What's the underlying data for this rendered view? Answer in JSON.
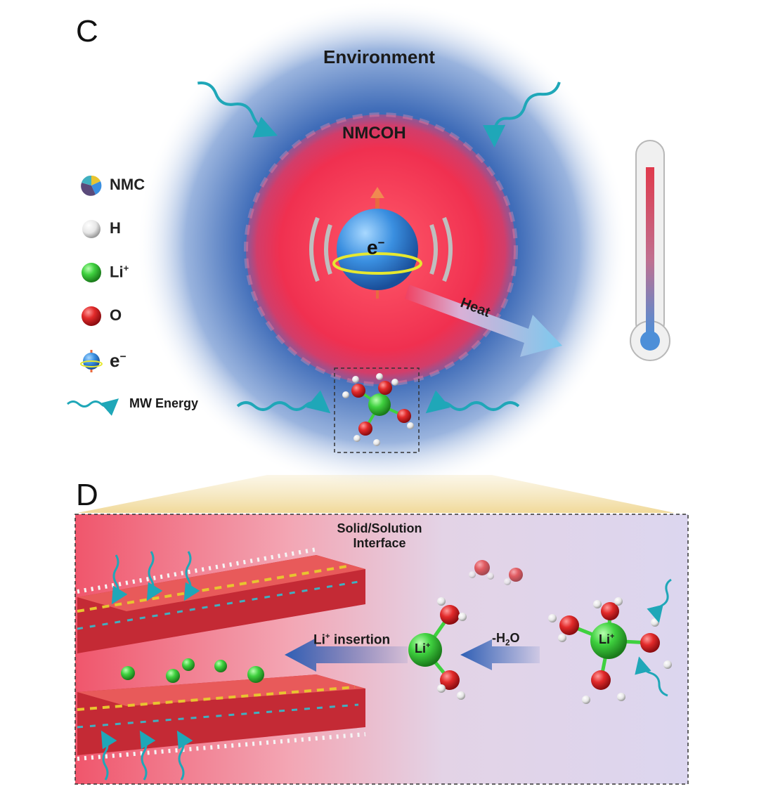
{
  "panel_c": {
    "letter": "C",
    "environment_label": "Environment",
    "particle_label": "NMCOH",
    "electron_label": "e",
    "electron_sup": "−",
    "heat_label": "Heat"
  },
  "legend": {
    "items": [
      {
        "label": "NMC",
        "icon": "nmc-sphere-icon"
      },
      {
        "label": "H",
        "icon": "hydrogen-sphere-icon"
      },
      {
        "label": "Li",
        "sup": "+",
        "icon": "lithium-sphere-icon"
      },
      {
        "label": "O",
        "icon": "oxygen-sphere-icon"
      },
      {
        "label": "e",
        "sup": "−",
        "icon": "electron-spin-icon"
      },
      {
        "label": "MW Energy",
        "icon": "microwave-wave-icon"
      }
    ]
  },
  "panel_d": {
    "letter": "D",
    "interface_line1": "Solid/Solution",
    "interface_line2": "Interface",
    "insertion_prefix": "Li",
    "insertion_sup": "+",
    "insertion_suffix": " insertion",
    "dehydration_prefix": "-H",
    "dehydration_sub": "2",
    "dehydration_suffix": "O",
    "li_label": "Li",
    "li_sup": "+"
  },
  "colors": {
    "oxygen": "#e0202a",
    "hydrogen": "#f2f2f2",
    "lithium": "#3fd13f",
    "electron": "#3a8fe0",
    "wave": "#1fa7b8",
    "heat_arrow": "#7cc9ee",
    "insertion_arrow": "#2f5fb5"
  }
}
